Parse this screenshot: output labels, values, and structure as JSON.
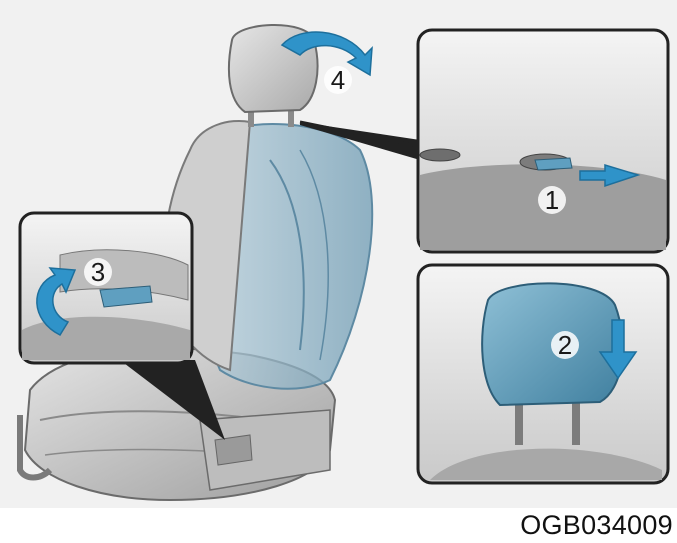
{
  "steps": {
    "step1": "1",
    "step2": "2",
    "step3": "3",
    "step4": "4"
  },
  "figure_code": "OGB034009",
  "colors": {
    "arrow_blue": "#2f93c9",
    "highlight_blue": "#5f9fc0",
    "seat_gray": "#bdbdbd",
    "panel_bg": "#eeeeee"
  },
  "icons": {
    "press": "arrow-right-icon",
    "push_down": "arrow-down-icon",
    "recline": "curved-arrow-icon",
    "remove": "curved-arrow-icon"
  }
}
